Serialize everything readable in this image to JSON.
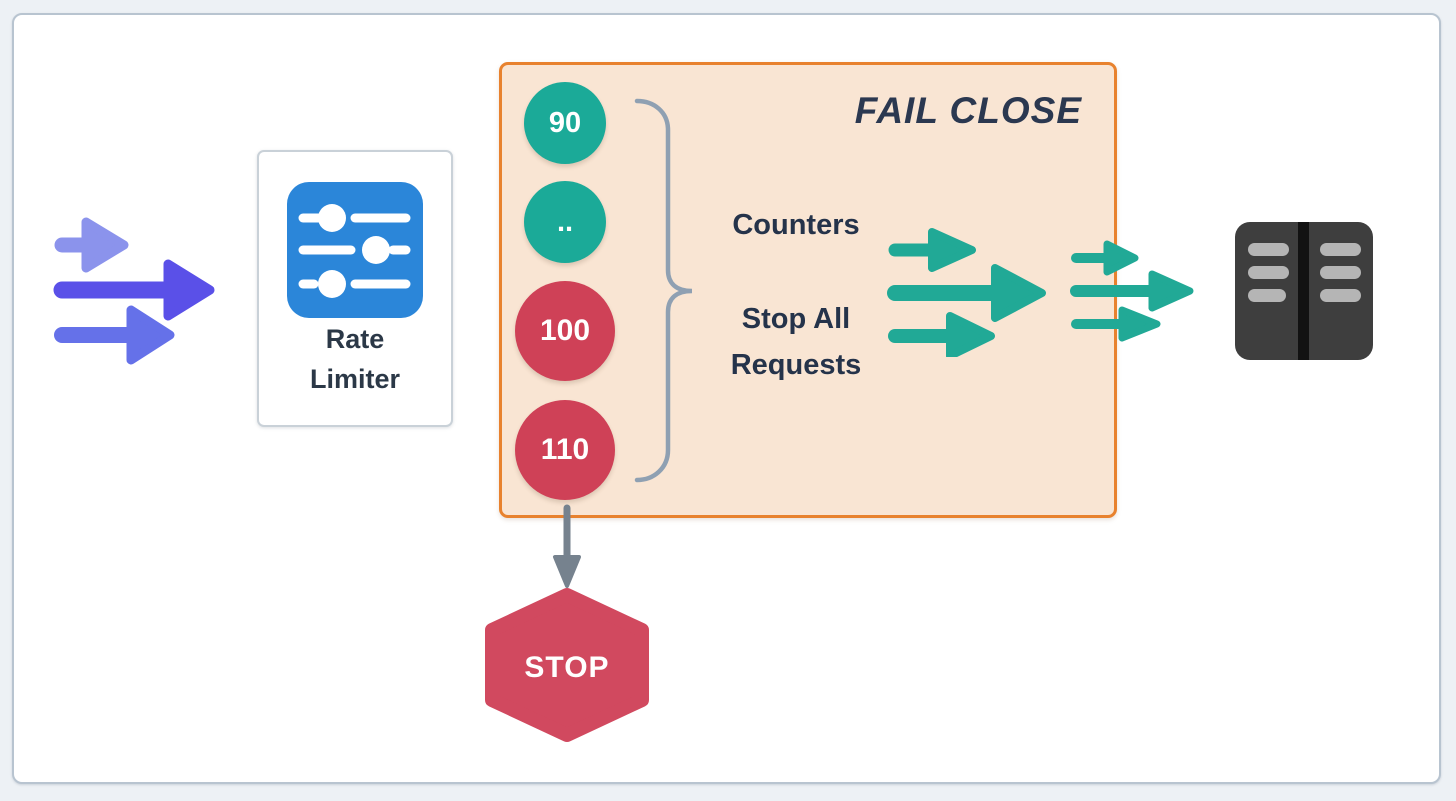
{
  "diagram": {
    "title": "FAIL CLOSE",
    "rate_limiter": {
      "label_line1": "Rate",
      "label_line2": "Limiter"
    },
    "counters": [
      {
        "value": "90",
        "state": "ok"
      },
      {
        "value": "..",
        "state": "ok"
      },
      {
        "value": "100",
        "state": "over"
      },
      {
        "value": "110",
        "state": "over"
      }
    ],
    "labels": {
      "counters": "Counters",
      "stop_line1": "Stop All",
      "stop_line2": "Requests"
    },
    "stop_node": {
      "label": "STOP"
    },
    "colors": {
      "background": "#edf1f5",
      "panel": "#ffffff",
      "panel_border": "#b8c4d0",
      "teal": "#1baa98",
      "teal_arrow": "#21a996",
      "counter_red": "#cf4157",
      "hexagon_red": "#d1495f",
      "box_fill": "#f9e5d3",
      "box_border": "#e8822e",
      "purple_light": "#8b93ec",
      "purple_dark": "#5a50e8",
      "purple_mid": "#6571e9",
      "rate_limiter_blue": "#2b86d9",
      "dark_text": "#25334a",
      "brace_gray": "#8fa0b2",
      "down_arrow_gray": "#76828e",
      "server_dark": "#3e3e3e"
    }
  }
}
